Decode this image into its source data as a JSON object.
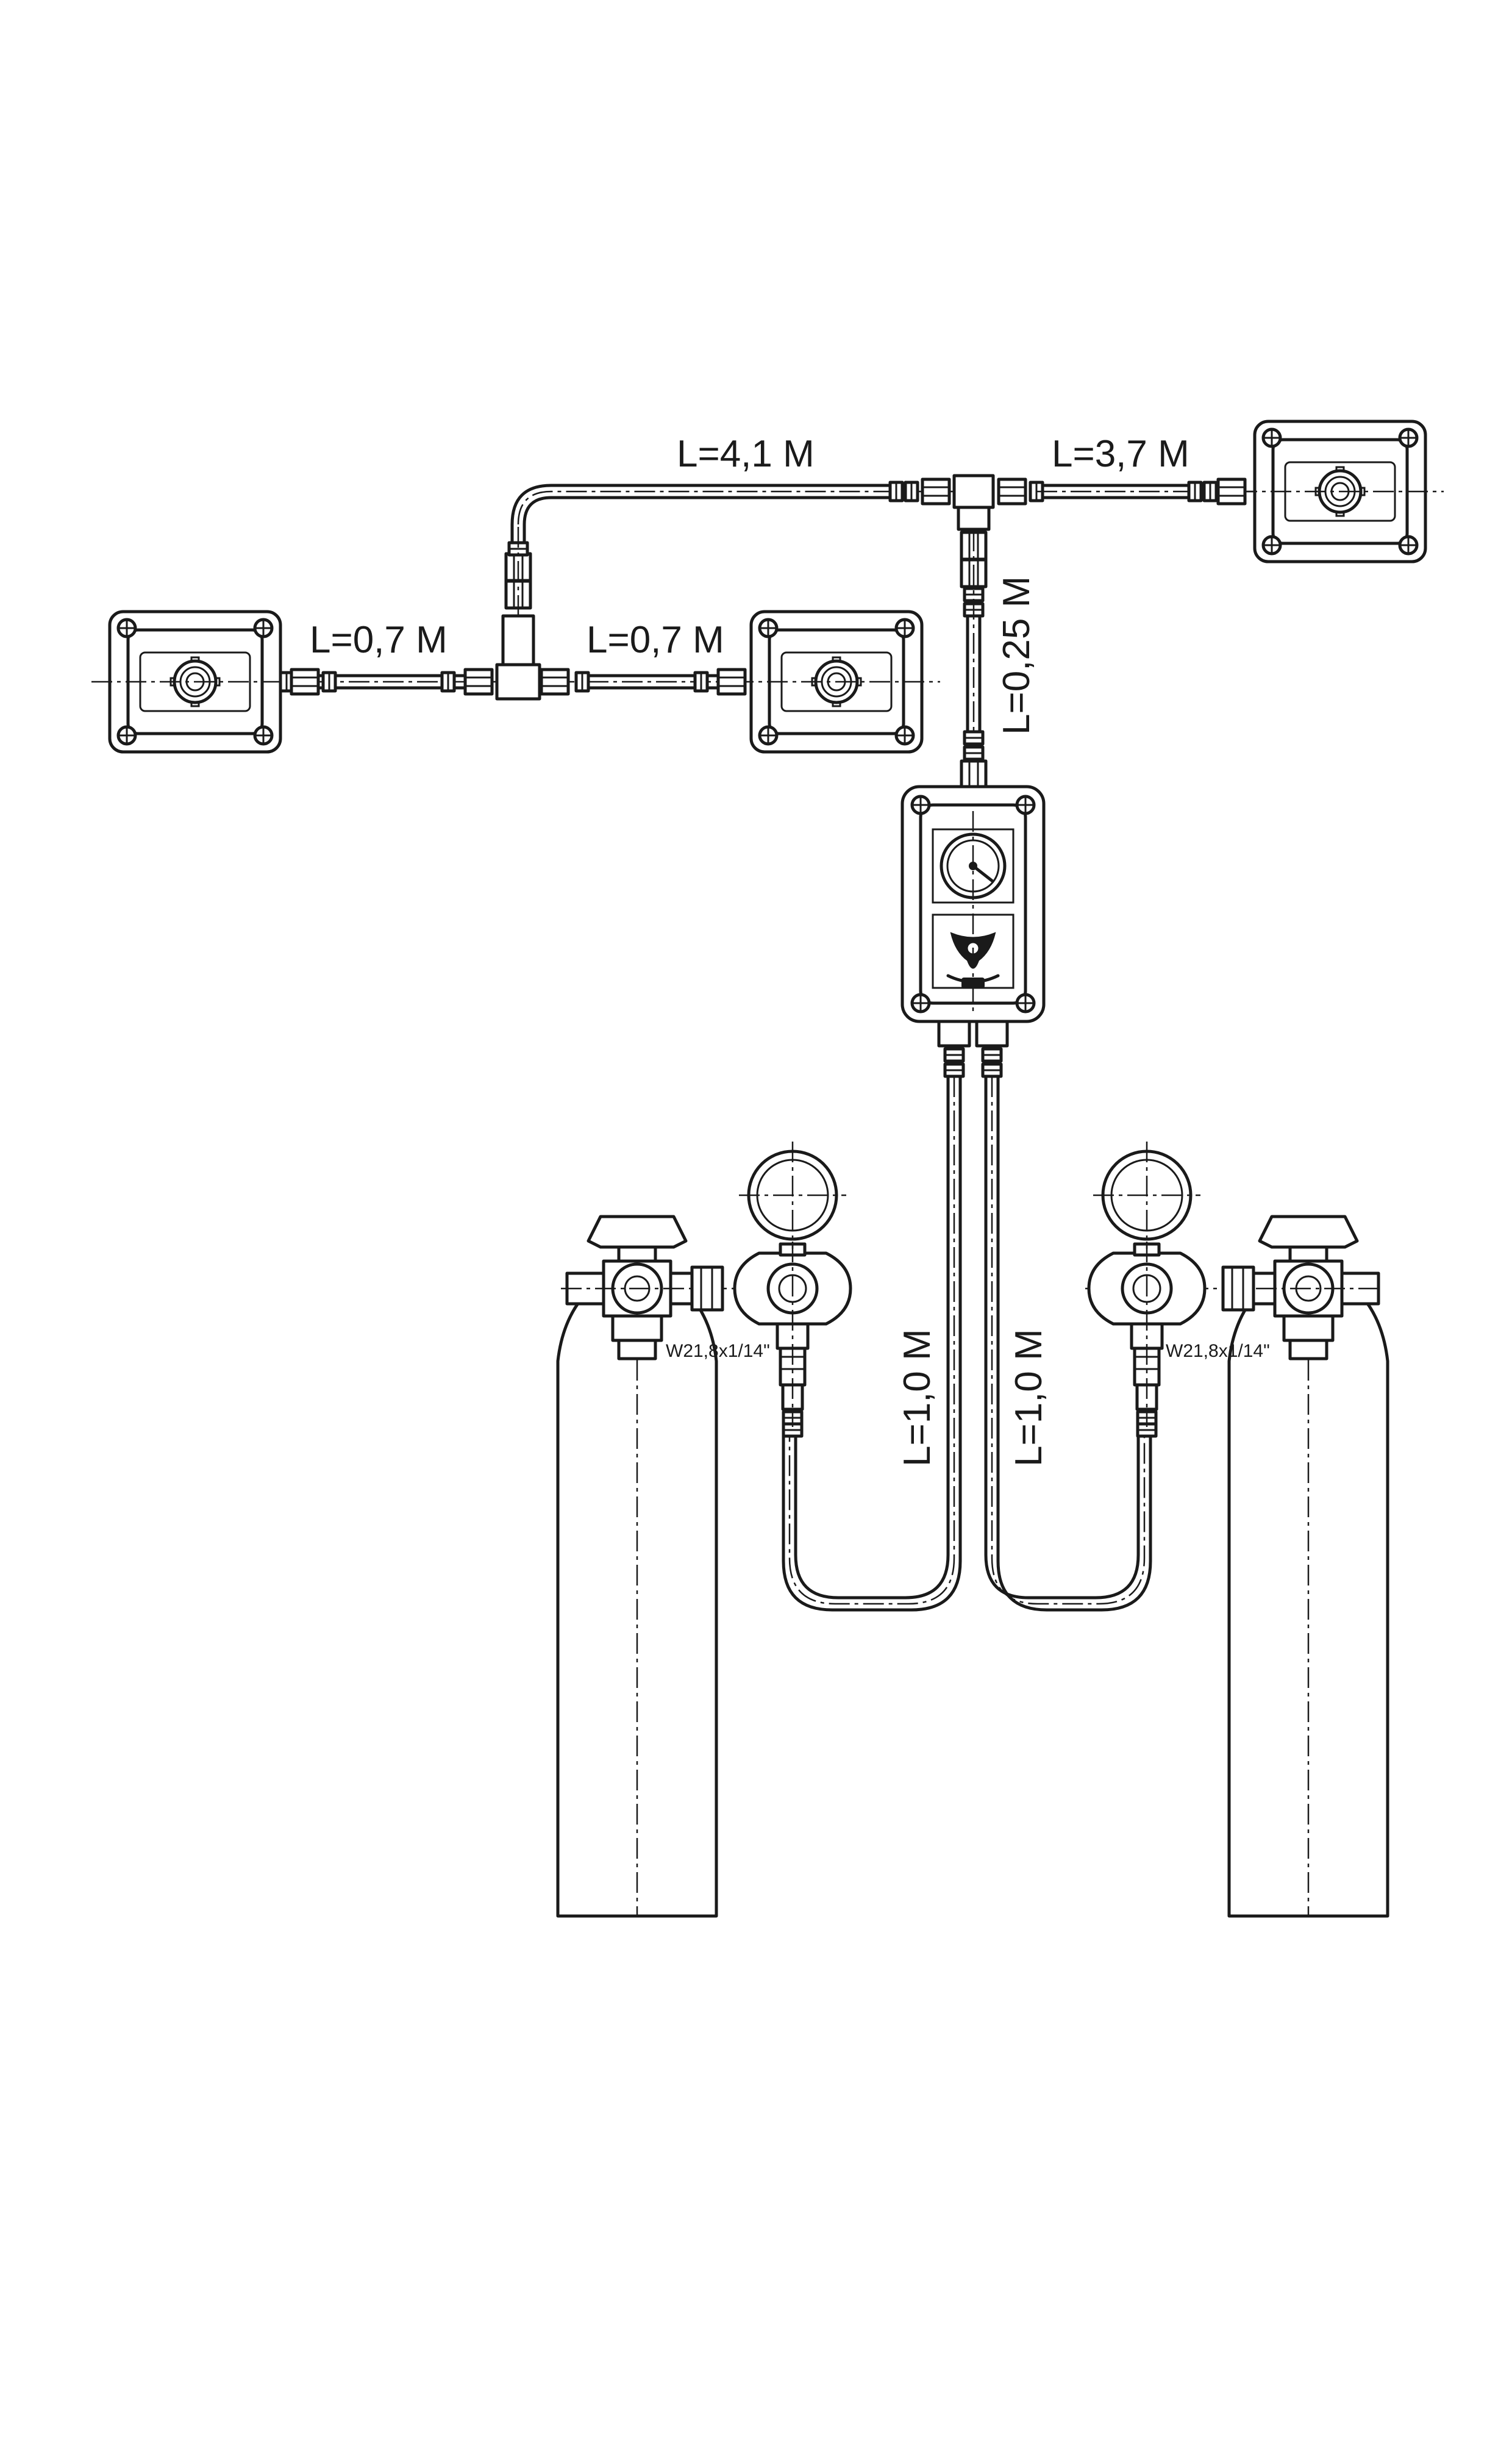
{
  "diagram": {
    "labels": {
      "top_left_pipe": "L=4,1 M",
      "top_right_pipe": "L=3,7 M",
      "left_pipe": "L=0,7 M",
      "middle_pipe": "L=0,7 M",
      "vertical_pipe": "L=0,25 M",
      "left_hose": "L=1,0 M",
      "right_hose": "L=1,0 M",
      "left_thread": "W21,8x1/14\"",
      "right_thread": "W21,8x1/14\""
    },
    "components": {
      "outlets": [
        "left-outlet",
        "middle-outlet",
        "right-outlet"
      ],
      "manifold": "changeover-manifold",
      "cylinders": [
        "left-cylinder",
        "right-cylinder"
      ],
      "regulators": [
        "left-regulator",
        "right-regulator"
      ]
    }
  }
}
